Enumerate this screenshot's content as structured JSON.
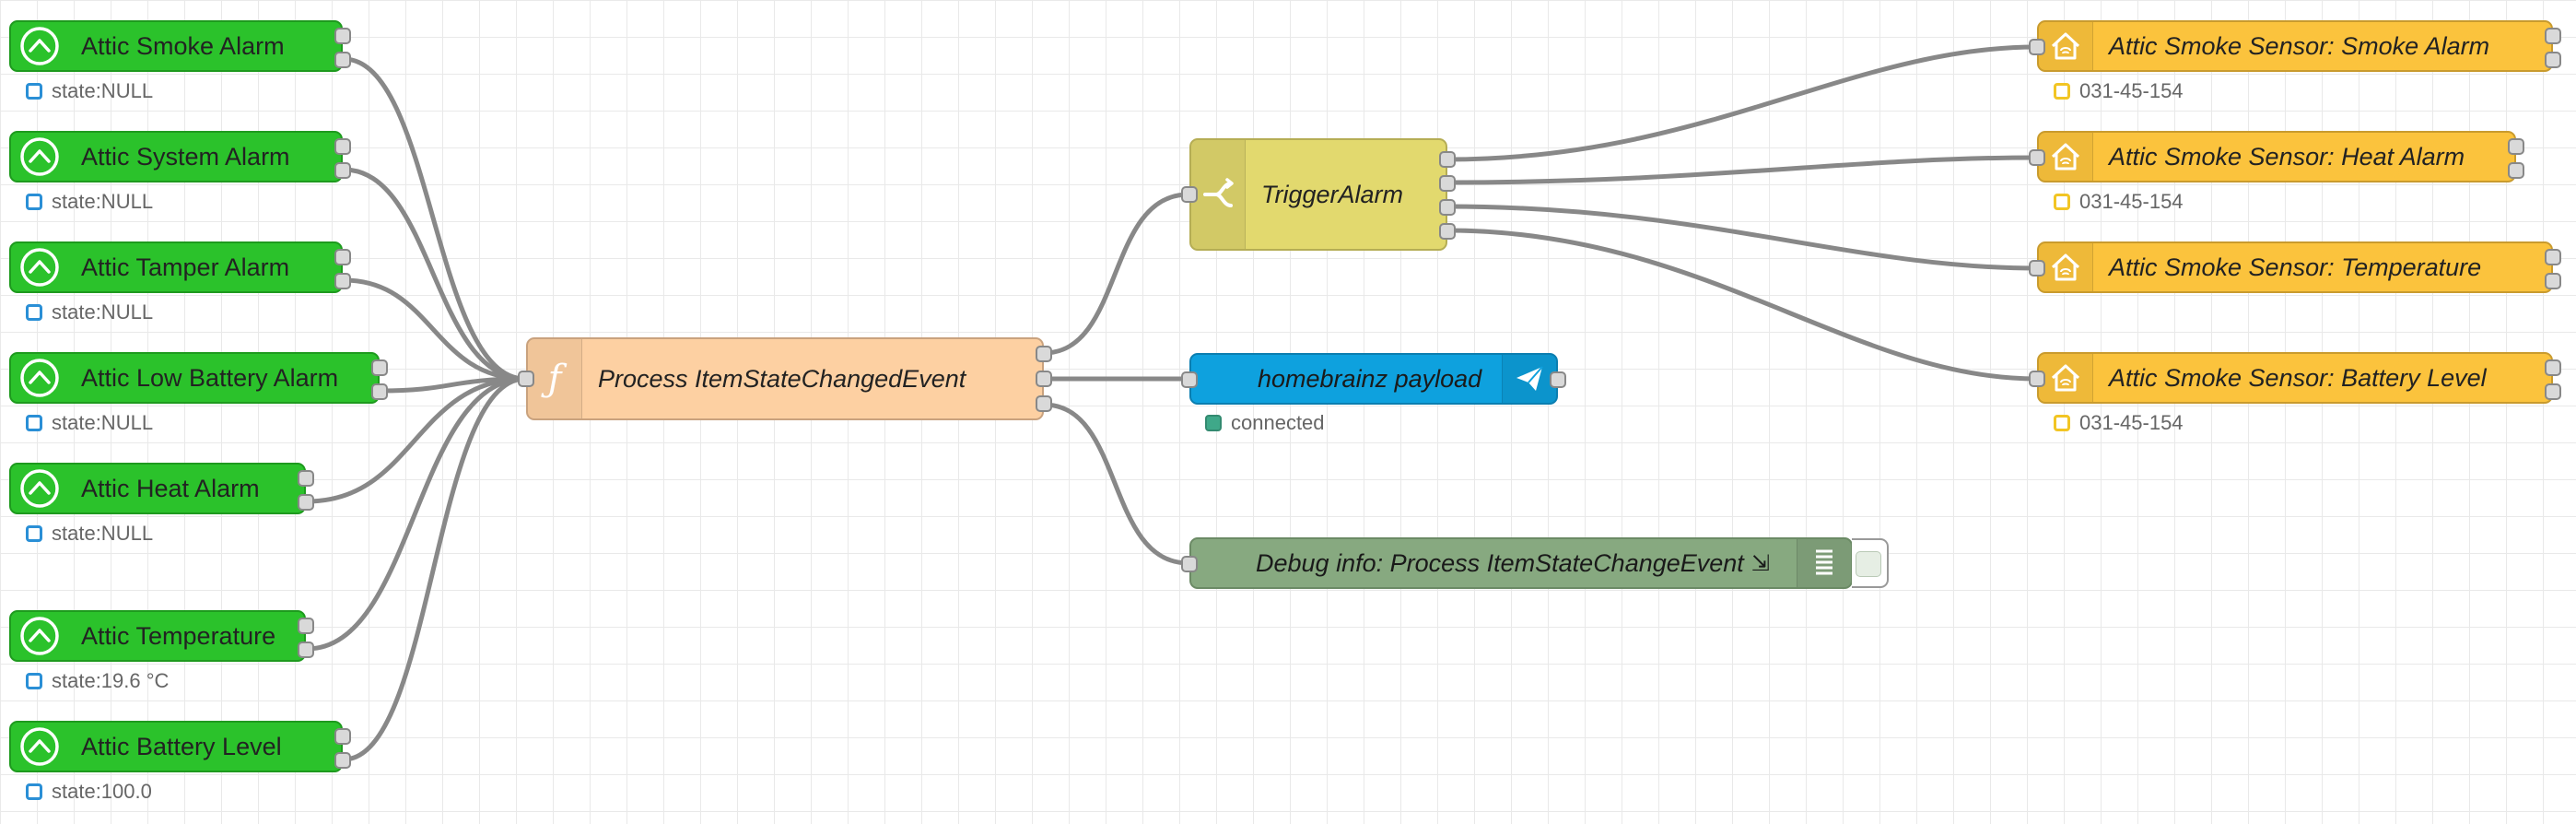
{
  "colors": {
    "openhab_node": "#2bc22b",
    "function_node": "#fdd0a2",
    "switch_node": "#e2d96e",
    "telegram_node": "#0ea1de",
    "debug_node": "#87a980",
    "homekit_node": "#fbc33d",
    "wire": "#888888",
    "status_blue": "#2a8fd6",
    "status_yellow": "#f2c524",
    "status_green": "#3fa889"
  },
  "inputs": [
    {
      "label": "Attic Smoke Alarm",
      "status": "state:NULL",
      "icon": "openhab-icon"
    },
    {
      "label": "Attic System Alarm",
      "status": "state:NULL",
      "icon": "openhab-icon"
    },
    {
      "label": "Attic Tamper Alarm",
      "status": "state:NULL",
      "icon": "openhab-icon"
    },
    {
      "label": "Attic Low Battery Alarm",
      "status": "state:NULL",
      "icon": "openhab-icon"
    },
    {
      "label": "Attic Heat Alarm",
      "status": "state:NULL",
      "icon": "openhab-icon"
    },
    {
      "label": "Attic Temperature",
      "status": "state:19.6 °C",
      "icon": "openhab-icon"
    },
    {
      "label": "Attic Battery Level",
      "status": "state:100.0",
      "icon": "openhab-icon"
    }
  ],
  "function_node": {
    "label": "Process ItemStateChangedEvent",
    "icon": "function-icon"
  },
  "switch_node": {
    "label": "TriggerAlarm",
    "icon": "switch-icon"
  },
  "telegram_node": {
    "label": "homebrainz payload",
    "status": "connected",
    "icon": "paper-plane-icon"
  },
  "debug_node": {
    "label": "Debug info: Process ItemStateChangeEvent",
    "arrow": "⇲",
    "icon": "debug-list-icon"
  },
  "outputs": [
    {
      "label": "Attic Smoke Sensor: Smoke Alarm",
      "status": "031-45-154",
      "icon": "homekit-house-icon"
    },
    {
      "label": "Attic Smoke Sensor: Heat Alarm",
      "status": "031-45-154",
      "icon": "homekit-house-icon"
    },
    {
      "label": "Attic Smoke Sensor: Temperature",
      "status": "",
      "icon": "homekit-house-icon"
    },
    {
      "label": "Attic Smoke Sensor: Battery Level",
      "status": "031-45-154",
      "icon": "homekit-house-icon"
    }
  ]
}
